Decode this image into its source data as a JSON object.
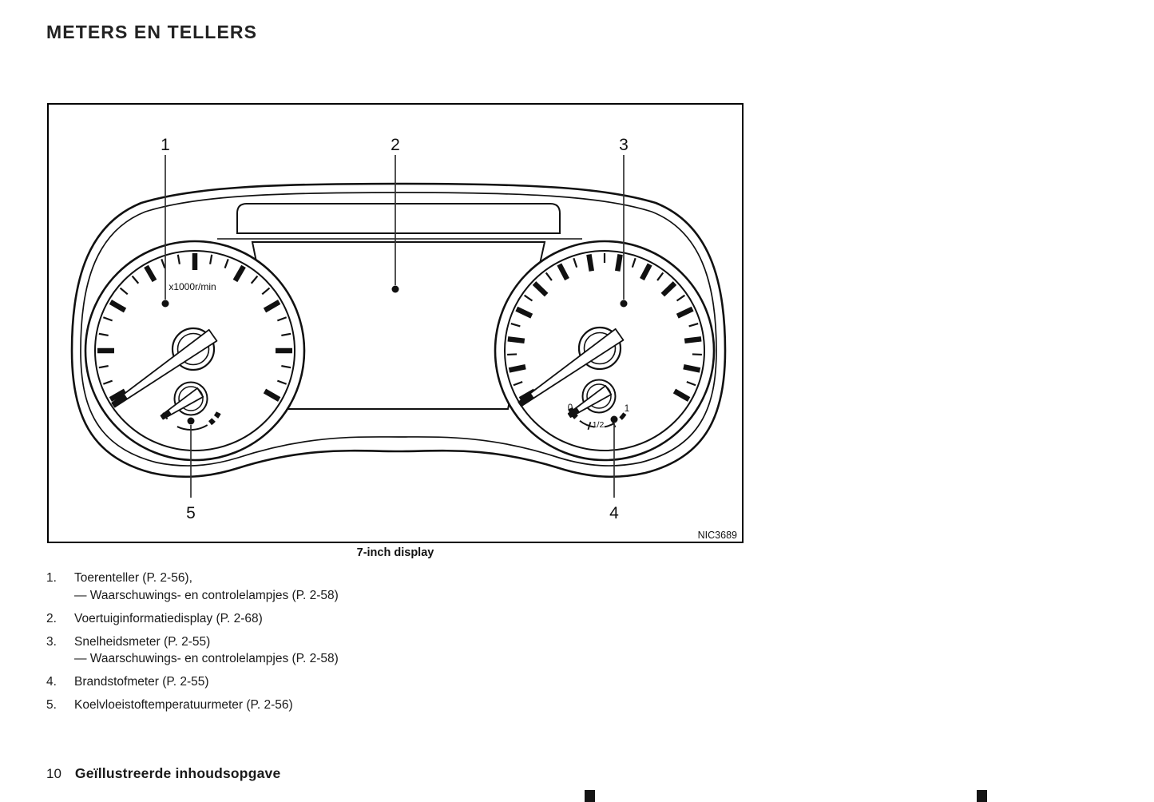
{
  "title": "METERS EN TELLERS",
  "figure": {
    "caption": "7-inch display",
    "code": "NIC3689",
    "tach_unit_label": "x1000r/min",
    "fuel_labels": {
      "empty": "0",
      "half": "1/2",
      "full": "1"
    },
    "callouts": [
      "1",
      "2",
      "3",
      "4",
      "5"
    ]
  },
  "legend": {
    "items": [
      {
        "num": "1.",
        "lines": [
          "Toerenteller (P. 2-56),",
          "— Waarschuwings- en controlelampjes (P. 2-58)"
        ]
      },
      {
        "num": "2.",
        "lines": [
          "Voertuiginformatiedisplay (P. 2-68)"
        ]
      },
      {
        "num": "3.",
        "lines": [
          "Snelheidsmeter (P. 2-55)",
          "— Waarschuwings- en controlelampjes (P. 2-58)"
        ]
      },
      {
        "num": "4.",
        "lines": [
          "Brandstofmeter (P. 2-55)"
        ]
      },
      {
        "num": "5.",
        "lines": [
          "Koelvloeistoftemperatuurmeter (P. 2-56)"
        ]
      }
    ]
  },
  "footer": {
    "page_number": "10",
    "section_title": "Geïllustreerde inhoudsopgave"
  }
}
